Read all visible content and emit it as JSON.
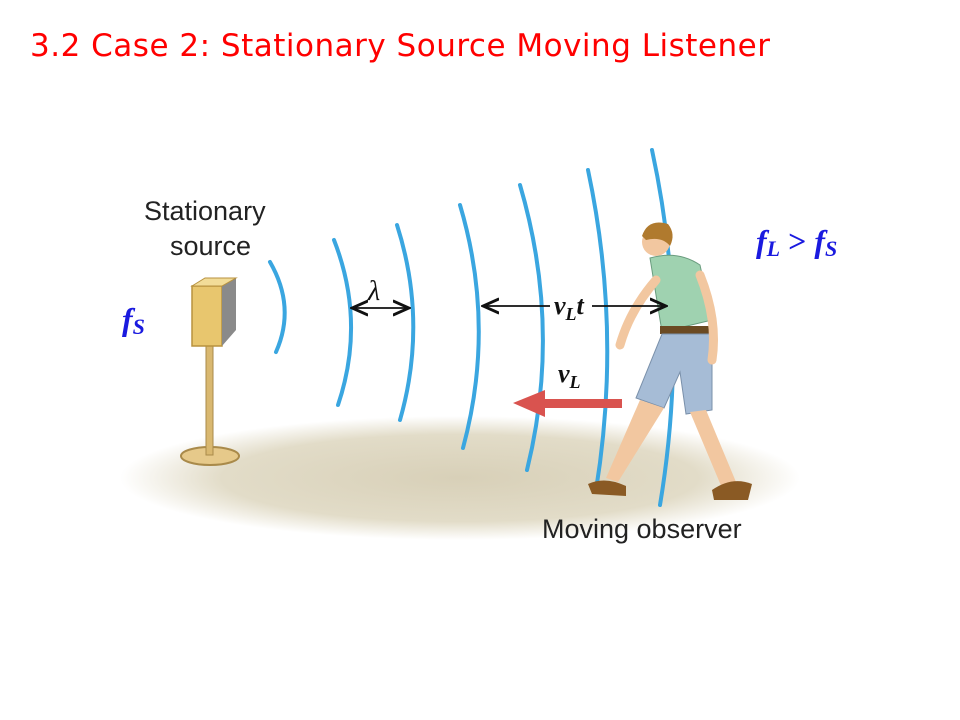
{
  "slide": {
    "title": "3.2 Case 2: Stationary Source Moving Listener"
  },
  "diagram": {
    "source_label_line1": "Stationary",
    "source_label_line2": "source",
    "observer_label": "Moving observer",
    "source_freq": {
      "base": "f",
      "sub": "S"
    },
    "listener_relation": {
      "lhs": "f",
      "lhs_sub": "L",
      "op": " > ",
      "rhs": "f",
      "rhs_sub": "S"
    },
    "wavelength_symbol": "λ",
    "distance_label": {
      "base": "v",
      "sub": "L",
      "tail": "t"
    },
    "velocity_label": {
      "base": "v",
      "sub": "L"
    },
    "colors": {
      "wave": "#3aa6e0",
      "arrow": "#d9534f",
      "title": "#ff0000",
      "math": "#1a1adf"
    }
  }
}
